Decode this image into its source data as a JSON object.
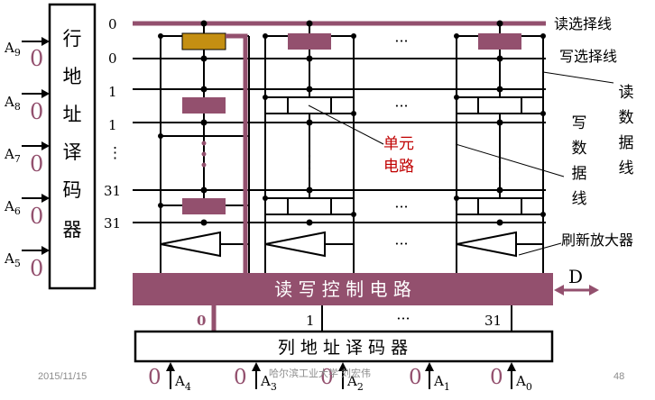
{
  "colors": {
    "accent": "#93506e",
    "selected_cell": "#c48f12",
    "cell_label": "#c00000",
    "line": "#000000",
    "footer_text": "#8c8c8c"
  },
  "row_decoder": {
    "title_chars": [
      "行",
      "地",
      "址",
      "译",
      "码",
      "器"
    ],
    "inputs": [
      {
        "name": "A",
        "sub": "9",
        "value": "0"
      },
      {
        "name": "A",
        "sub": "8",
        "value": "0"
      },
      {
        "name": "A",
        "sub": "7",
        "value": "0"
      },
      {
        "name": "A",
        "sub": "6",
        "value": "0"
      },
      {
        "name": "A",
        "sub": "5",
        "value": "0"
      }
    ],
    "row_numbers": [
      "0",
      "0",
      "1",
      "1",
      "⋮",
      "31",
      "31"
    ]
  },
  "labels": {
    "read_select": "读选择线",
    "write_select": "写选择线",
    "read_data": [
      "读",
      "数",
      "据",
      "线"
    ],
    "write_data": [
      "写",
      "数",
      "据",
      "线"
    ],
    "cell_circuit": [
      "单元",
      "电路"
    ],
    "refresh_amp": "刷新放大器",
    "rw_control": "读 写 控 制 电 路",
    "data_port": "D",
    "col_decoder": "列 地 址 译 码 器",
    "col_dots": "⋮",
    "cell_dots": "⋮",
    "col_h_dots": "···"
  },
  "column_numbers": [
    "0",
    "1",
    "···",
    "31"
  ],
  "col_decoder_inputs": [
    {
      "name": "A",
      "sub": "4",
      "value": "0"
    },
    {
      "name": "A",
      "sub": "3",
      "value": "0"
    },
    {
      "name": "A",
      "sub": "2",
      "value": "0"
    },
    {
      "name": "A",
      "sub": "1",
      "value": "0"
    },
    {
      "name": "A",
      "sub": "0",
      "value": "0"
    }
  ],
  "footer": {
    "date": "2015/11/15",
    "author": "哈尔滨工业大学 刘宏伟",
    "page": "48"
  }
}
